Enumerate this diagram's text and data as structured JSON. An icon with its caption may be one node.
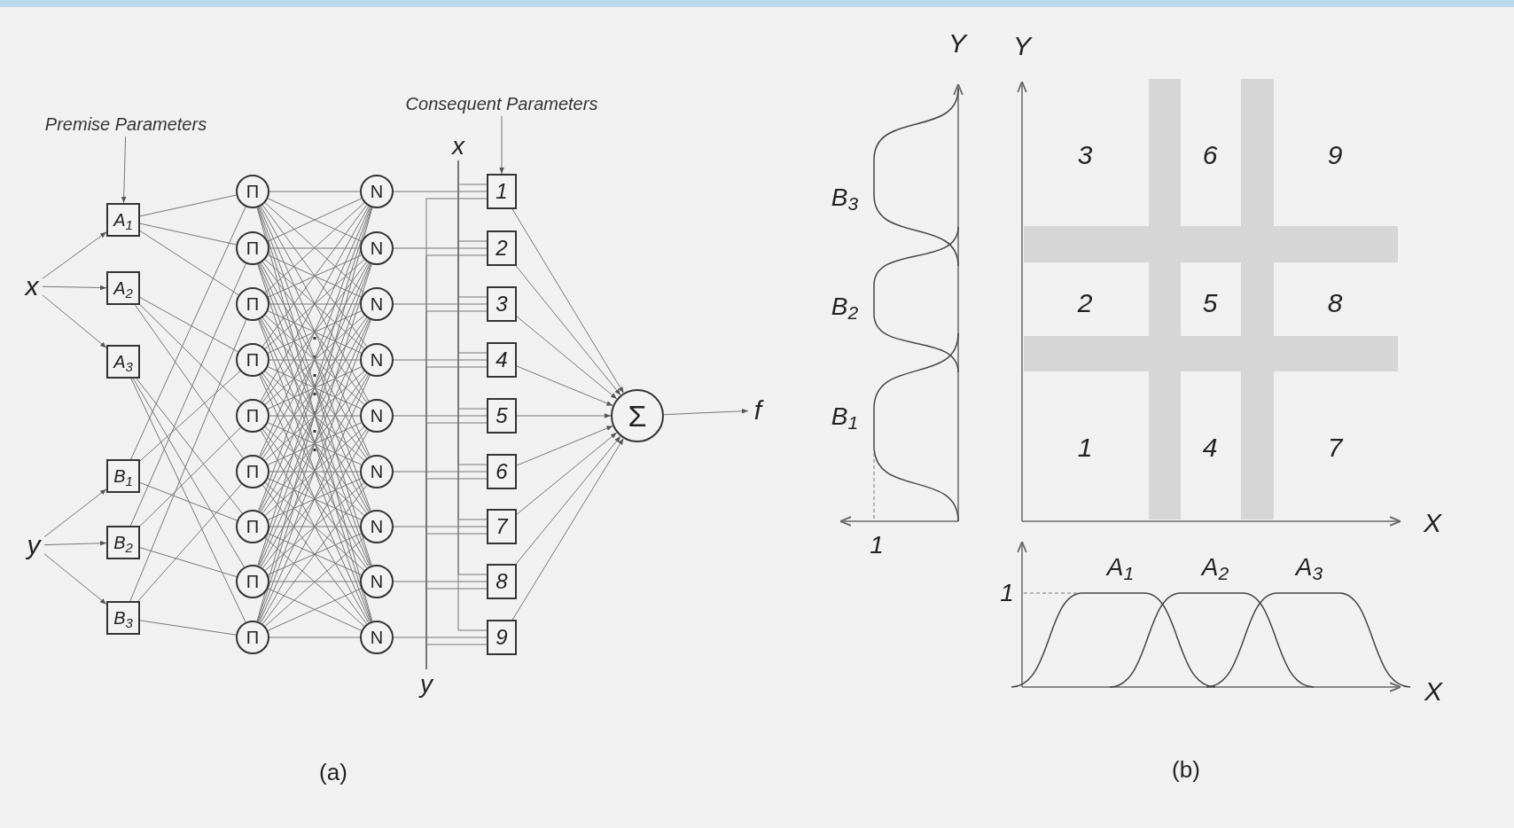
{
  "diagram": {
    "nodes": [
      {
        "text": [
          "Premise Parameters"
        ]
      },
      {
        "text": [
          "x"
        ]
      },
      {
        "text": [
          "y"
        ]
      },
      {
        "text": [
          "A$_{1}$"
        ]
      },
      {
        "text": [
          "A$_{2}$"
        ]
      },
      {
        "text": [
          "A$_{3}$"
        ]
      },
      {
        "text": [
          "B$_{1}$"
        ]
      },
      {
        "text": [
          "B$_{2}$"
        ]
      },
      {
        "text": [
          "B$_{3}$"
        ]
      },
      {
        "text": [
          "Π"
        ]
      },
      {
        "text": [
          "Π"
        ]
      },
      {
        "text": [
          "Π"
        ]
      },
      {
        "text": [
          "Π"
        ]
      },
      {
        "text": [
          "Π"
        ]
      },
      {
        "text": [
          "Π"
        ]
      },
      {
        "text": [
          "Π"
        ]
      },
      {
        "text": [
          "Π"
        ]
      },
      {
        "text": [
          "Π"
        ]
      },
      {
        "text": [
          "N"
        ]
      },
      {
        "text": [
          "N"
        ]
      },
      {
        "text": [
          "N"
        ]
      },
      {
        "text": [
          "N"
        ]
      },
      {
        "text": [
          "N"
        ]
      },
      {
        "text": [
          "N"
        ]
      },
      {
        "text": [
          "N"
        ]
      },
      {
        "text": [
          "N"
        ]
      },
      {
        "text": [
          "N"
        ]
      },
      {
        "text": [
          "Consequent Parameters"
        ]
      },
      {
        "text": [
          "x"
        ]
      },
      {
        "text": [
          "y"
        ]
      },
      {
        "text": [
          "1"
        ]
      },
      {
        "text": [
          "2"
        ]
      },
      {
        "text": [
          "3"
        ]
      },
      {
        "text": [
          "4"
        ]
      },
      {
        "text": [
          "5"
        ]
      },
      {
        "text": [
          "6"
        ]
      },
      {
        "text": [
          "7"
        ]
      },
      {
        "text": [
          "8"
        ]
      },
      {
        "text": [
          "9"
        ]
      },
      {
        "text": [
          "Σ"
        ]
      },
      {
        "text": [
          "f"
        ]
      }
    ],
    "edges": [
      {
        "from": 0,
        "to": 3,
        "arrow": "to"
      },
      {
        "from": 1,
        "to": 3,
        "arrow": "to"
      },
      {
        "from": 1,
        "to": 4,
        "arrow": "to"
      },
      {
        "from": 1,
        "to": 5,
        "arrow": "to"
      },
      {
        "from": 2,
        "to": 6,
        "arrow": "to"
      },
      {
        "from": 2,
        "to": 7,
        "arrow": "to"
      },
      {
        "from": 2,
        "to": 8,
        "arrow": "to"
      },
      {
        "from": 3,
        "to": 9,
        "arrow": "none"
      },
      {
        "from": 3,
        "to": 10,
        "arrow": "none"
      },
      {
        "from": 3,
        "to": 11,
        "arrow": "none"
      },
      {
        "from": 4,
        "to": 12,
        "arrow": "none"
      },
      {
        "from": 4,
        "to": 13,
        "arrow": "none"
      },
      {
        "from": 4,
        "to": 14,
        "arrow": "none"
      },
      {
        "from": 5,
        "to": 15,
        "arrow": "none"
      },
      {
        "from": 5,
        "to": 16,
        "arrow": "none"
      },
      {
        "from": 5,
        "to": 17,
        "arrow": "none"
      },
      {
        "from": 6,
        "to": 9,
        "arrow": "none"
      },
      {
        "from": 7,
        "to": 10,
        "arrow": "none"
      },
      {
        "from": 8,
        "to": 11,
        "arrow": "none"
      },
      {
        "from": 6,
        "to": 12,
        "arrow": "none"
      },
      {
        "from": 7,
        "to": 13,
        "arrow": "none"
      },
      {
        "from": 8,
        "to": 14,
        "arrow": "none"
      },
      {
        "from": 6,
        "to": 15,
        "arrow": "none"
      },
      {
        "from": 7,
        "to": 16,
        "arrow": "none"
      },
      {
        "from": 8,
        "to": 17,
        "arrow": "none"
      },
      {
        "from": 9,
        "to": 18,
        "arrow": "none"
      },
      {
        "from": 9,
        "to": 19,
        "arrow": "none"
      },
      {
        "from": 9,
        "to": 20,
        "arrow": "none"
      },
      {
        "from": 9,
        "to": 21,
        "arrow": "none"
      },
      {
        "from": 9,
        "to": 22,
        "arrow": "none"
      },
      {
        "from": 9,
        "to": 23,
        "arrow": "none"
      },
      {
        "from": 9,
        "to": 24,
        "arrow": "none"
      },
      {
        "from": 9,
        "to": 25,
        "arrow": "none"
      },
      {
        "from": 9,
        "to": 26,
        "arrow": "none"
      },
      {
        "from": 10,
        "to": 18,
        "arrow": "none"
      },
      {
        "from": 10,
        "to": 19,
        "arrow": "none"
      },
      {
        "from": 10,
        "to": 20,
        "arrow": "none"
      },
      {
        "from": 10,
        "to": 21,
        "arrow": "none"
      },
      {
        "from": 10,
        "to": 22,
        "arrow": "none"
      },
      {
        "from": 10,
        "to": 23,
        "arrow": "none"
      },
      {
        "from": 10,
        "to": 24,
        "arrow": "none"
      },
      {
        "from": 10,
        "to": 25,
        "arrow": "none"
      },
      {
        "from": 10,
        "to": 26,
        "arrow": "none"
      },
      {
        "from": 11,
        "to": 18,
        "arrow": "none"
      },
      {
        "from": 11,
        "to": 19,
        "arrow": "none"
      },
      {
        "from": 11,
        "to": 20,
        "arrow": "none"
      },
      {
        "from": 11,
        "to": 21,
        "arrow": "none"
      },
      {
        "from": 11,
        "to": 22,
        "arrow": "none"
      },
      {
        "from": 11,
        "to": 23,
        "arrow": "none"
      },
      {
        "from": 11,
        "to": 24,
        "arrow": "none"
      },
      {
        "from": 11,
        "to": 25,
        "arrow": "none"
      },
      {
        "from": 11,
        "to": 26,
        "arrow": "none"
      },
      {
        "from": 12,
        "to": 18,
        "arrow": "none"
      },
      {
        "from": 12,
        "to": 19,
        "arrow": "none"
      },
      {
        "from": 12,
        "to": 20,
        "arrow": "none"
      },
      {
        "from": 12,
        "to": 21,
        "arrow": "none"
      },
      {
        "from": 12,
        "to": 22,
        "arrow": "none"
      },
      {
        "from": 12,
        "to": 23,
        "arrow": "none"
      },
      {
        "from": 12,
        "to": 24,
        "arrow": "none"
      },
      {
        "from": 12,
        "to": 25,
        "arrow": "none"
      },
      {
        "from": 12,
        "to": 26,
        "arrow": "none"
      },
      {
        "from": 13,
        "to": 18,
        "arrow": "none"
      },
      {
        "from": 13,
        "to": 19,
        "arrow": "none"
      },
      {
        "from": 13,
        "to": 20,
        "arrow": "none"
      },
      {
        "from": 13,
        "to": 21,
        "arrow": "none"
      },
      {
        "from": 13,
        "to": 22,
        "arrow": "none"
      },
      {
        "from": 13,
        "to": 23,
        "arrow": "none"
      },
      {
        "from": 13,
        "to": 24,
        "arrow": "none"
      },
      {
        "from": 13,
        "to": 25,
        "arrow": "none"
      },
      {
        "from": 13,
        "to": 26,
        "arrow": "none"
      },
      {
        "from": 14,
        "to": 18,
        "arrow": "none"
      },
      {
        "from": 14,
        "to": 19,
        "arrow": "none"
      },
      {
        "from": 14,
        "to": 20,
        "arrow": "none"
      },
      {
        "from": 14,
        "to": 21,
        "arrow": "none"
      },
      {
        "from": 14,
        "to": 22,
        "arrow": "none"
      },
      {
        "from": 14,
        "to": 23,
        "arrow": "none"
      },
      {
        "from": 14,
        "to": 24,
        "arrow": "none"
      },
      {
        "from": 14,
        "to": 25,
        "arrow": "none"
      },
      {
        "from": 14,
        "to": 26,
        "arrow": "none"
      },
      {
        "from": 15,
        "to": 18,
        "arrow": "none"
      },
      {
        "from": 15,
        "to": 19,
        "arrow": "none"
      },
      {
        "from": 15,
        "to": 20,
        "arrow": "none"
      },
      {
        "from": 15,
        "to": 21,
        "arrow": "none"
      },
      {
        "from": 15,
        "to": 22,
        "arrow": "none"
      },
      {
        "from": 15,
        "to": 23,
        "arrow": "none"
      },
      {
        "from": 15,
        "to": 24,
        "arrow": "none"
      },
      {
        "from": 15,
        "to": 25,
        "arrow": "none"
      },
      {
        "from": 15,
        "to": 26,
        "arrow": "none"
      },
      {
        "from": 16,
        "to": 18,
        "arrow": "none"
      },
      {
        "from": 16,
        "to": 19,
        "arrow": "none"
      },
      {
        "from": 16,
        "to": 20,
        "arrow": "none"
      },
      {
        "from": 16,
        "to": 21,
        "arrow": "none"
      },
      {
        "from": 16,
        "to": 22,
        "arrow": "none"
      },
      {
        "from": 16,
        "to": 23,
        "arrow": "none"
      },
      {
        "from": 16,
        "to": 24,
        "arrow": "none"
      },
      {
        "from": 16,
        "to": 25,
        "arrow": "none"
      },
      {
        "from": 16,
        "to": 26,
        "arrow": "none"
      },
      {
        "from": 17,
        "to": 18,
        "arrow": "none"
      },
      {
        "from": 17,
        "to": 19,
        "arrow": "none"
      },
      {
        "from": 17,
        "to": 20,
        "arrow": "none"
      },
      {
        "from": 17,
        "to": 21,
        "arrow": "none"
      },
      {
        "from": 17,
        "to": 22,
        "arrow": "none"
      },
      {
        "from": 17,
        "to": 23,
        "arrow": "none"
      },
      {
        "from": 17,
        "to": 24,
        "arrow": "none"
      },
      {
        "from": 17,
        "to": 25,
        "arrow": "none"
      },
      {
        "from": 17,
        "to": 26,
        "arrow": "none"
      },
      {
        "from": 18,
        "to": 30,
        "arrow": "none"
      },
      {
        "from": 19,
        "to": 31,
        "arrow": "none"
      },
      {
        "from": 20,
        "to": 32,
        "arrow": "none"
      },
      {
        "from": 21,
        "to": 33,
        "arrow": "none"
      },
      {
        "from": 22,
        "to": 34,
        "arrow": "none"
      },
      {
        "from": 23,
        "to": 35,
        "arrow": "none"
      },
      {
        "from": 24,
        "to": 36,
        "arrow": "none"
      },
      {
        "from": 25,
        "to": 37,
        "arrow": "none"
      },
      {
        "from": 26,
        "to": 38,
        "arrow": "none"
      },
      {
        "from": 27,
        "to": 30,
        "arrow": "to"
      },
      {
        "from": 28,
        "to": 30,
        "arrow": "none"
      },
      {
        "from": 28,
        "to": 31,
        "arrow": "none"
      },
      {
        "from": 28,
        "to": 32,
        "arrow": "none"
      },
      {
        "from": 28,
        "to": 33,
        "arrow": "none"
      },
      {
        "from": 28,
        "to": 34,
        "arrow": "none"
      },
      {
        "from": 28,
        "to": 35,
        "arrow": "none"
      },
      {
        "from": 28,
        "to": 36,
        "arrow": "none"
      },
      {
        "from": 28,
        "to": 37,
        "arrow": "none"
      },
      {
        "from": 28,
        "to": 38,
        "arrow": "none"
      },
      {
        "from": 29,
        "to": 30,
        "arrow": "none"
      },
      {
        "from": 29,
        "to": 31,
        "arrow": "none"
      },
      {
        "from": 29,
        "to": 32,
        "arrow": "none"
      },
      {
        "from": 29,
        "to": 33,
        "arrow": "none"
      },
      {
        "from": 29,
        "to": 34,
        "arrow": "none"
      },
      {
        "from": 29,
        "to": 35,
        "arrow": "none"
      },
      {
        "from": 29,
        "to": 36,
        "arrow": "none"
      },
      {
        "from": 29,
        "to": 37,
        "arrow": "none"
      },
      {
        "from": 29,
        "to": 38,
        "arrow": "none"
      },
      {
        "from": 30,
        "to": 39,
        "arrow": "to"
      },
      {
        "from": 31,
        "to": 39,
        "arrow": "to"
      },
      {
        "from": 32,
        "to": 39,
        "arrow": "to"
      },
      {
        "from": 33,
        "to": 39,
        "arrow": "to"
      },
      {
        "from": 34,
        "to": 39,
        "arrow": "to"
      },
      {
        "from": 35,
        "to": 39,
        "arrow": "to"
      },
      {
        "from": 36,
        "to": 39,
        "arrow": "to"
      },
      {
        "from": 37,
        "to": 39,
        "arrow": "to"
      },
      {
        "from": 38,
        "to": 39,
        "arrow": "to"
      },
      {
        "from": 39,
        "to": 40,
        "arrow": "to"
      }
    ],
    "labels": [
      "Y",
      "Y",
      "B$_{3}$",
      "3",
      "6",
      "9",
      "B$_{2}$",
      "2",
      "5",
      "8",
      "B$_{1}$",
      "1",
      "4",
      "7",
      "1",
      "X",
      "A$_{1}$",
      "A$_{2}$",
      "A$_{3}$",
      "1",
      "X",
      "(a)",
      "(b)"
    ]
  }
}
